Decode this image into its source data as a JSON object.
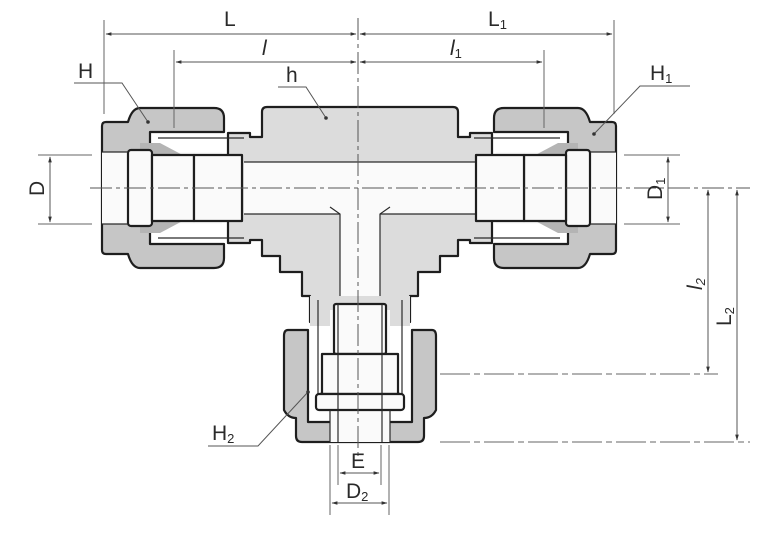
{
  "drawing": {
    "title": "Union Tee tube fitting cross-section",
    "colors": {
      "nut_fill": "#c6c6c6",
      "body_fill": "#dcdcdc",
      "ferrule_fill": "#b4b4b4",
      "bore_fill": "#fafafa",
      "outline": "#1e1e1e",
      "dimension_line": "#555555",
      "background": "#ffffff"
    }
  },
  "dimensions": {
    "L": {
      "main": "L",
      "sub": ""
    },
    "L1": {
      "main": "L",
      "sub": "1"
    },
    "l": {
      "main": "l",
      "sub": ""
    },
    "l1": {
      "main": "l",
      "sub": "1"
    },
    "D": {
      "main": "D",
      "sub": ""
    },
    "D1": {
      "main": "D",
      "sub": "1"
    },
    "l2": {
      "main": "l",
      "sub": "2"
    },
    "L2": {
      "main": "L",
      "sub": "2"
    },
    "E": {
      "main": "E",
      "sub": ""
    },
    "D2": {
      "main": "D",
      "sub": "2"
    }
  },
  "callouts": {
    "H": {
      "main": "H",
      "sub": ""
    },
    "H1": {
      "main": "H",
      "sub": "1"
    },
    "H2": {
      "main": "H",
      "sub": "2"
    },
    "h": {
      "main": "h",
      "sub": ""
    }
  }
}
